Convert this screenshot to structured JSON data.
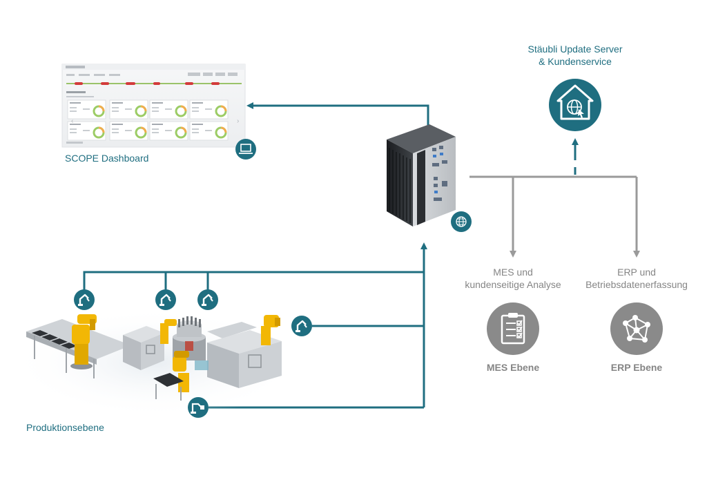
{
  "labels": {
    "scope_dashboard": "SCOPE Dashboard",
    "update_server_line1": "Stäubli Update Server",
    "update_server_line2": "& Kundenservice",
    "mes_line1": "MES und",
    "mes_line2": "kundenseitige Analyse",
    "erp_line1": "ERP und",
    "erp_line2": "Betriebsdatenerfassung",
    "mes_level": "MES Ebene",
    "erp_level": "ERP Ebene",
    "production_level": "Produktionsebene"
  },
  "colors": {
    "teal": "#1f6e80",
    "gray_line": "#9a9a9a",
    "gray_circle": "#8a8a8a",
    "robot_yellow": "#f2b705",
    "machine_gray": "#c9ccd0",
    "ipc_dark": "#2c2f33"
  },
  "icons": {
    "dashboard": "laptop-icon",
    "ipc": "globe-network-icon",
    "server": "globe-house-icon",
    "mes": "checklist-icon",
    "erp": "network-nodes-icon",
    "robot": "robot-arm-icon",
    "hmi": "robot-controller-icon"
  }
}
